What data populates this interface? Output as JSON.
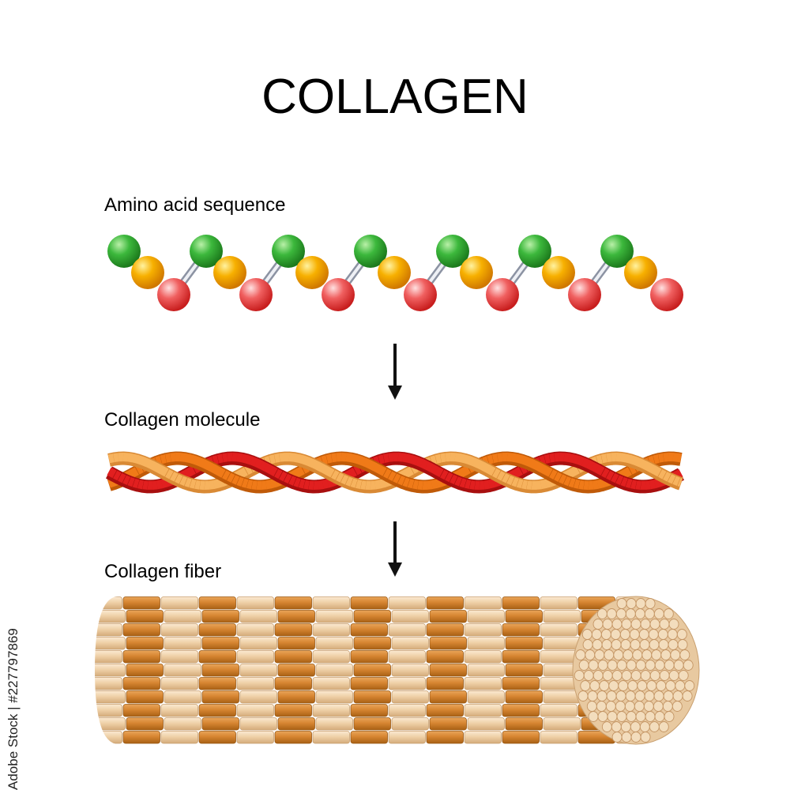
{
  "title": "COLLAGEN",
  "stages": {
    "amino_acid": {
      "label": "Amino acid sequence"
    },
    "molecule": {
      "label": "Collagen molecule"
    },
    "fiber": {
      "label": "Collagen fiber"
    }
  },
  "watermark": "Adobe Stock | #227797869",
  "colors": {
    "green": "#2fa52f",
    "yellow": "#f5a800",
    "red": "#e83a3a",
    "strand_red": "#e11f1f",
    "strand_orange": "#f07a18",
    "strand_light": "#f7b35e",
    "fiber_dark": "#d98c3a",
    "fiber_light": "#f0d4ae"
  }
}
